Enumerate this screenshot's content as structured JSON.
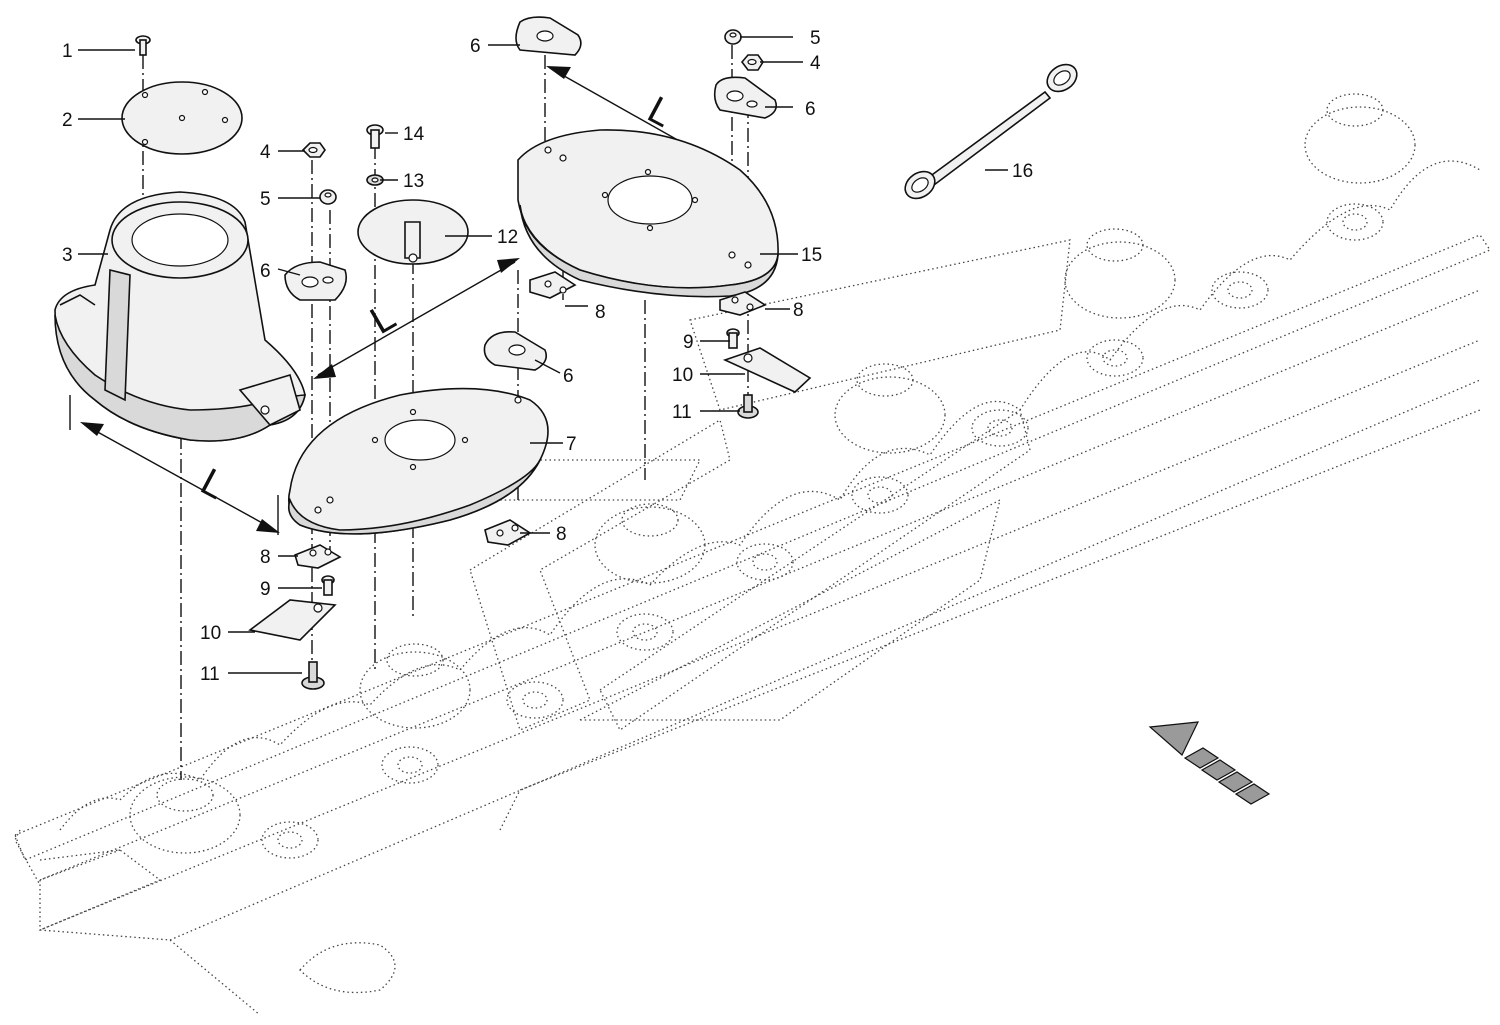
{
  "callouts": [
    {
      "id": "c1",
      "text": "1"
    },
    {
      "id": "c2",
      "text": "2"
    },
    {
      "id": "c3",
      "text": "3"
    },
    {
      "id": "c4a",
      "text": "4"
    },
    {
      "id": "c4b",
      "text": "4"
    },
    {
      "id": "c5a",
      "text": "5"
    },
    {
      "id": "c5b",
      "text": "5"
    },
    {
      "id": "c6a",
      "text": "6"
    },
    {
      "id": "c6b",
      "text": "6"
    },
    {
      "id": "c6c",
      "text": "6"
    },
    {
      "id": "c6d",
      "text": "6"
    },
    {
      "id": "c7",
      "text": "7"
    },
    {
      "id": "c8a",
      "text": "8"
    },
    {
      "id": "c8b",
      "text": "8"
    },
    {
      "id": "c8c",
      "text": "8"
    },
    {
      "id": "c8d",
      "text": "8"
    },
    {
      "id": "c9a",
      "text": "9"
    },
    {
      "id": "c9b",
      "text": "9"
    },
    {
      "id": "c10a",
      "text": "10"
    },
    {
      "id": "c10b",
      "text": "10"
    },
    {
      "id": "c11a",
      "text": "11"
    },
    {
      "id": "c11b",
      "text": "11"
    },
    {
      "id": "c12",
      "text": "12"
    },
    {
      "id": "c13",
      "text": "13"
    },
    {
      "id": "c14",
      "text": "14"
    },
    {
      "id": "c15",
      "text": "15"
    },
    {
      "id": "c16",
      "text": "16"
    }
  ],
  "rotation_labels": [
    "L",
    "L",
    "L"
  ],
  "colors": {
    "line": "#111111",
    "part_fill": "#f1f1f1",
    "shade": "#d9d9d9",
    "dots": "#444444"
  }
}
